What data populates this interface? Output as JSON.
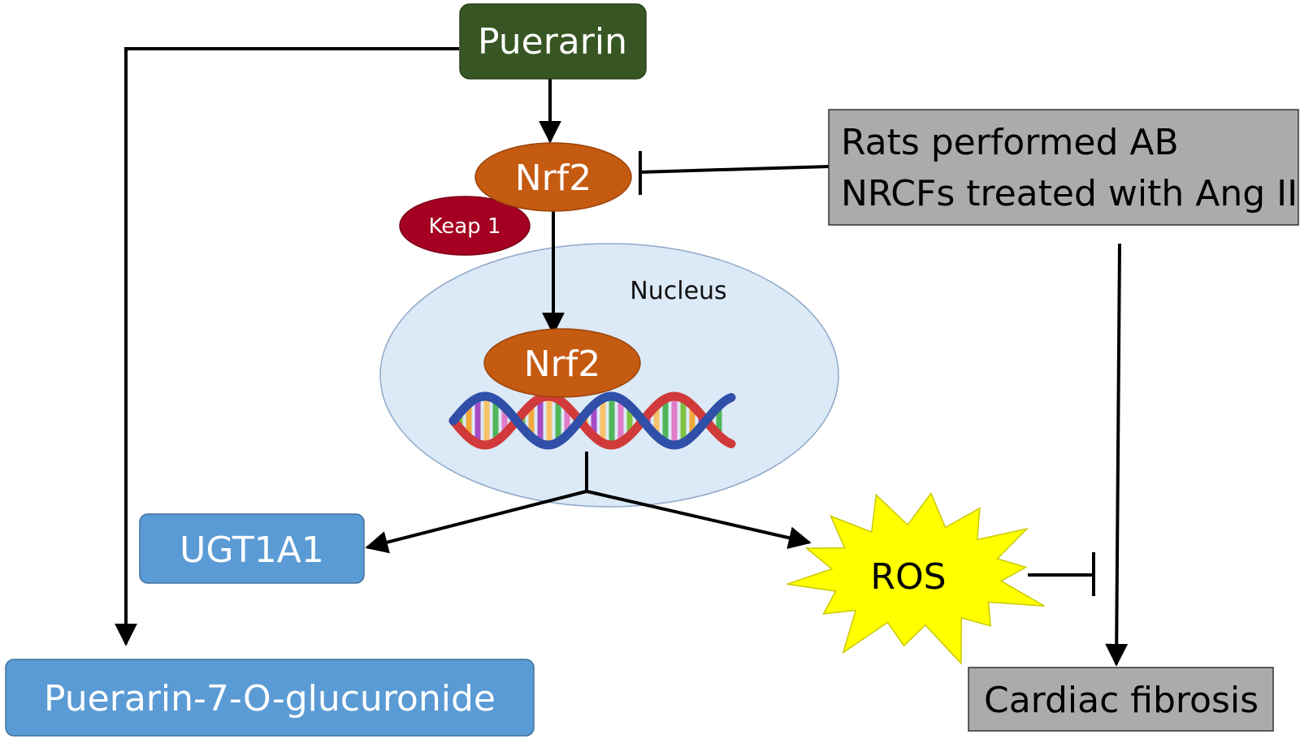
{
  "nodes": {
    "puerarin": {
      "label": "Puerarin",
      "fill": "#375623"
    },
    "nrf2_cytoplasm": {
      "label": "Nrf2",
      "fill": "#C55A11"
    },
    "keap1": {
      "label": "Keap 1",
      "fill": "#A50021"
    },
    "nucleus": {
      "label": "Nucleus",
      "fill": "#DCE9F6",
      "stroke": "#8EA9C8"
    },
    "nrf2_nucleus": {
      "label": "Nrf2",
      "fill": "#C55A11"
    },
    "conditions": {
      "line1": "Rats performed AB",
      "line2": "NRCFs treated with Ang II",
      "fill": "#ABABAB"
    },
    "ugt1a1": {
      "label": "UGT1A1",
      "fill": "#5B9BD5"
    },
    "ros": {
      "label": "ROS",
      "fill": "#FFFF00",
      "stroke": "#C9C900"
    },
    "glucuronide": {
      "label": "Puerarin-7-O-glucuronide",
      "fill": "#5B9BD5"
    },
    "fibrosis": {
      "label": "Cardiac fibrosis",
      "fill": "#ABABAB"
    }
  },
  "edges": [
    {
      "from": "puerarin",
      "to": "nrf2_cytoplasm",
      "type": "activates"
    },
    {
      "from": "puerarin",
      "to": "glucuronide",
      "type": "activates"
    },
    {
      "from": "conditions",
      "to": "nrf2_cytoplasm",
      "type": "inhibits"
    },
    {
      "from": "nrf2_cytoplasm",
      "to": "nrf2_nucleus",
      "type": "activates"
    },
    {
      "from": "nrf2_nucleus",
      "to": "ugt1a1",
      "type": "activates"
    },
    {
      "from": "nrf2_nucleus",
      "to": "ros",
      "type": "activates"
    },
    {
      "from": "ros",
      "to": "fibrosis",
      "type": "inhibits"
    },
    {
      "from": "conditions",
      "to": "fibrosis",
      "type": "activates"
    }
  ],
  "colors": {
    "line": "#000000",
    "dna_strand_a": "#D13A3A",
    "dna_strand_b": "#2F4FA8",
    "dna_rungs": [
      "#7DC242",
      "#F2A93B",
      "#A64CC6",
      "#F7C26B",
      "#4FB65A",
      "#E27BC8"
    ]
  },
  "icons": {
    "dna": "dna-double-helix-icon"
  }
}
